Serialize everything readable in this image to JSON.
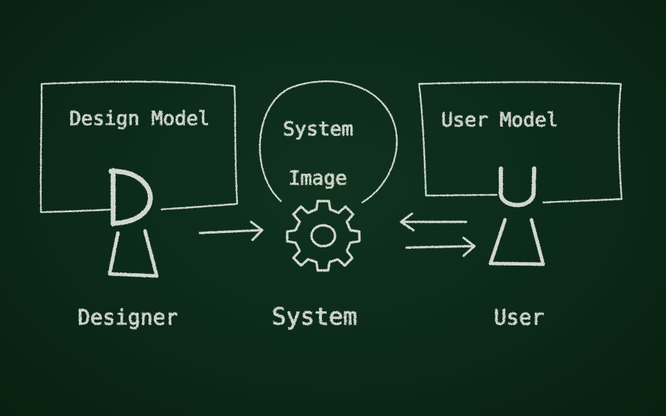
{
  "colors": {
    "board": "#0c2a1a",
    "chalk": "#d8ddd2"
  },
  "diagram": {
    "design_model_label": "Design Model",
    "system_image_line1": "System",
    "system_image_line2": "Image",
    "user_model_label": "User Model",
    "designer_label": "Designer",
    "system_label": "System",
    "user_label": "User"
  },
  "icons": {
    "designer": "letter-d-figure-icon",
    "system": "gear-icon",
    "user": "letter-u-figure-icon"
  }
}
